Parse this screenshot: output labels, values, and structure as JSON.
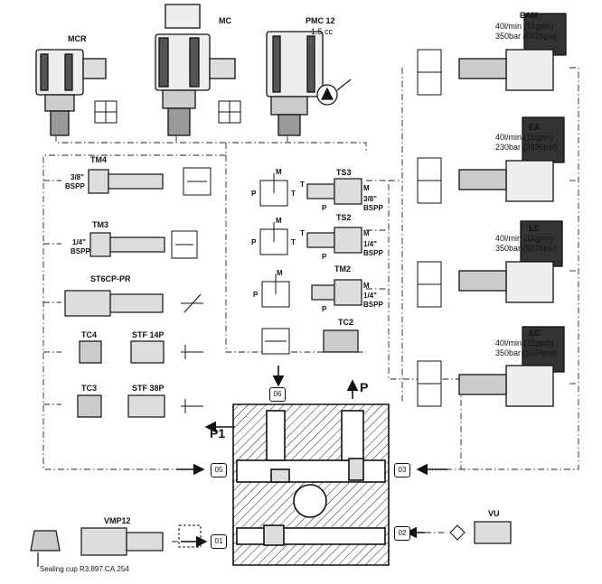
{
  "components": {
    "mcr": {
      "label": "MCR"
    },
    "mc": {
      "label": "MC"
    },
    "pmc12": {
      "label": "PMC 12",
      "volume": "1.5 cc"
    },
    "eam": {
      "label": "EAM",
      "flow": "40l/min (11gpm)",
      "pressure": "350bar (5076psi)"
    },
    "ea": {
      "label": "EA",
      "flow": "40l/min (11gpm)",
      "pressure": "230bar (3336psi)"
    },
    "ee": {
      "label": "EE",
      "flow": "40l/min (11gpm)",
      "pressure": "350bar (5076psi)"
    },
    "ec": {
      "label": "EC",
      "flow": "40l/min (11gpm)",
      "pressure": "350bar (5076psi)"
    },
    "tm4": {
      "label": "TM4",
      "thread": "3/8\"",
      "std": "BSPP"
    },
    "tm3": {
      "label": "TM3",
      "thread": "1/4\"",
      "std": "BSPP"
    },
    "st6cp": {
      "label": "ST6CP-PR"
    },
    "tc4": {
      "label": "TC4"
    },
    "stf14p": {
      "label": "STF 14P"
    },
    "tc3": {
      "label": "TC3"
    },
    "stf38p": {
      "label": "STF 38P"
    },
    "ts3": {
      "label": "TS3",
      "thread": "3/8\"",
      "std": "BSPP"
    },
    "ts2": {
      "label": "TS2",
      "thread": "1/4\"",
      "std": "BSPP"
    },
    "tm2": {
      "label": "TM2",
      "thread": "1/4\"",
      "std": "BSPP"
    },
    "tc2": {
      "label": "TC2"
    },
    "vmp12": {
      "label": "VMP12"
    },
    "vu": {
      "label": "VU"
    }
  },
  "ports": {
    "p01": "01",
    "p02": "02",
    "p03": "03",
    "p05": "05",
    "p06": "06"
  },
  "flow_labels": {
    "p": "P",
    "p1": "P1"
  },
  "symbol_letters": {
    "p": "P",
    "t": "T",
    "m": "M"
  },
  "caption": "Sealing cup R3.897.CA.254"
}
